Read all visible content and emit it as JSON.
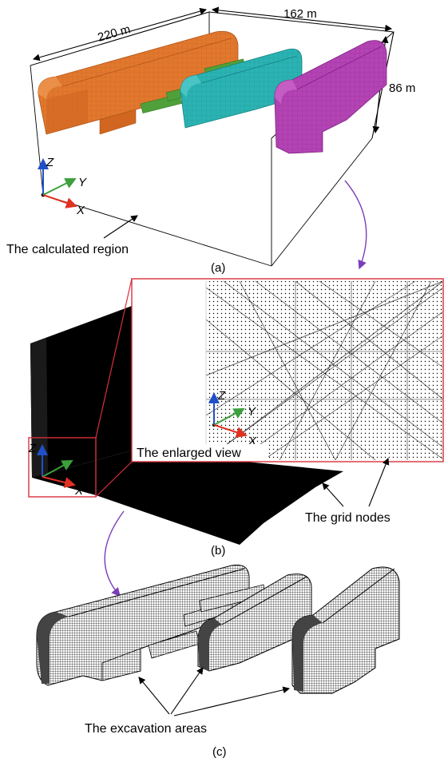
{
  "panel_a": {
    "dim_length": "220 m",
    "dim_width": "162 m",
    "dim_height": "86 m",
    "axis_z": "Z",
    "axis_y": "Y",
    "axis_x": "X",
    "region_label": "The calculated region",
    "caption": "(a)"
  },
  "panel_b": {
    "axis_z": "Z",
    "axis_y": "Y",
    "axis_x": "X",
    "inset_axis_z": "Z",
    "inset_axis_y": "Y",
    "inset_axis_x": "X",
    "enlarged_label": "The enlarged view",
    "nodes_label": "The grid nodes",
    "caption": "(b)"
  },
  "panel_c": {
    "excavation_label": "The excavation areas",
    "caption": "(c)"
  },
  "colors": {
    "orange": "#e2782e",
    "cyan": "#2bb3b3",
    "green": "#4fa03a",
    "magenta": "#b443b4",
    "axis_blue": "#2050c8",
    "axis_green": "#3ca03c",
    "axis_red": "#e03020",
    "frame_red": "#d8303c",
    "arrow_purple": "#7a3fb8"
  }
}
